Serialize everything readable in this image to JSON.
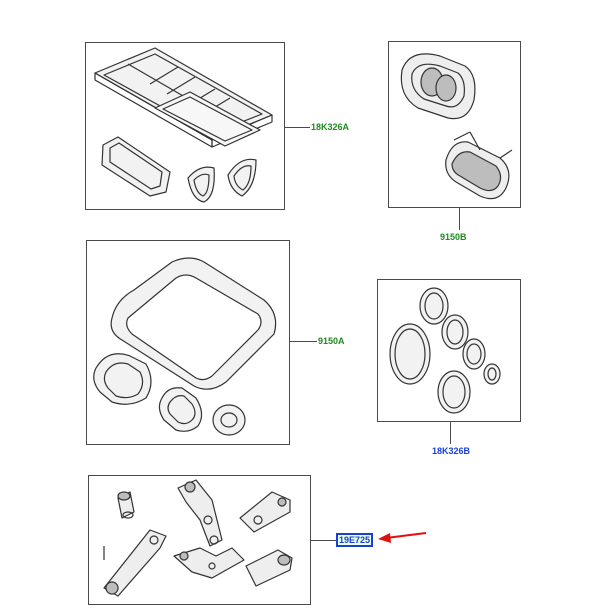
{
  "callouts": [
    {
      "id": "18k326a",
      "part": "18K326A",
      "color": "#1f8a1f"
    },
    {
      "id": "9150b",
      "part": "9150B",
      "color": "#1f8a1f"
    },
    {
      "id": "9150a",
      "part": "9150A",
      "color": "#1f8a1f"
    },
    {
      "id": "18k326b",
      "part": "18K326B",
      "color": "#1a3fd6"
    },
    {
      "id": "19e725",
      "part": "19E725",
      "color": "#1a3fd6",
      "highlighted": true
    }
  ],
  "colors": {
    "frame": "#4a4a4a",
    "linework": "#333333",
    "shading": "#bdbdbd",
    "pointer_arrow": "#e01010",
    "highlight_border": "#1a3fd6",
    "highlight_fill": "#e6ffe6"
  },
  "icons": {
    "pointer": "red-arrow-icon"
  }
}
